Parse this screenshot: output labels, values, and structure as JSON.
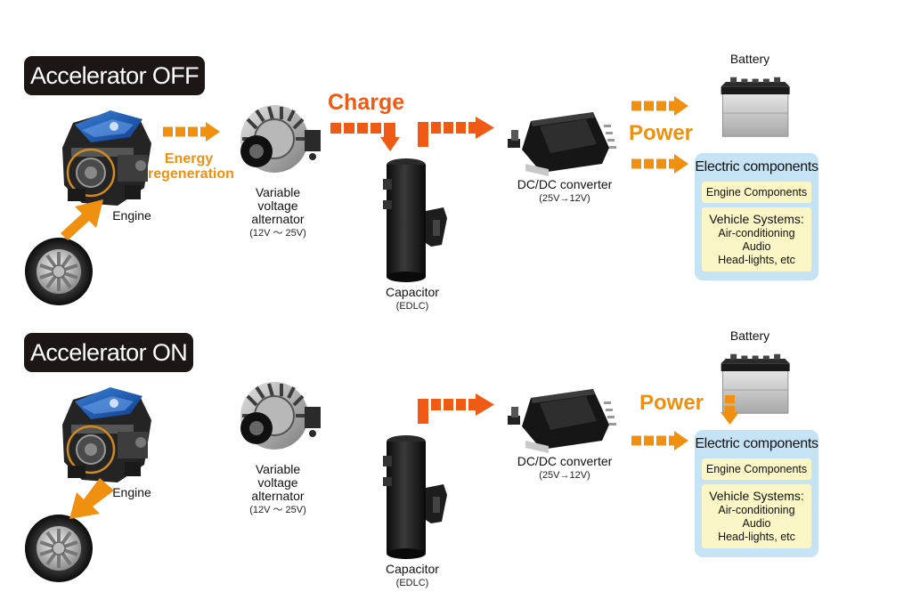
{
  "off": {
    "badge": "Accelerator OFF",
    "engine": "Engine",
    "energy_label": "Energy\nregeneration",
    "alternator": [
      "Variable",
      "voltage",
      "alternator"
    ],
    "alternator_range": "(12V ～ 25V)",
    "charge_label": "Charge",
    "capacitor": "Capacitor",
    "capacitor_type": "(EDLC)",
    "converter": "DC/DC converter",
    "converter_range": "(25V→12V)",
    "power_label": "Power",
    "battery": "Battery",
    "electric": {
      "title": "Electric components",
      "engine_components": "Engine Components",
      "vehicle_systems": "Vehicle Systems:",
      "items": [
        "Air-conditioning",
        "Audio",
        "Head-lights, etc"
      ]
    }
  },
  "on": {
    "badge": "Accelerator ON",
    "engine": "Engine",
    "alternator": [
      "Variable",
      "voltage",
      "alternator"
    ],
    "alternator_range": "(12V ～ 25V)",
    "capacitor": "Capacitor",
    "capacitor_type": "(EDLC)",
    "converter": "DC/DC converter",
    "converter_range": "(25V→12V)",
    "power_label": "Power",
    "battery": "Battery",
    "electric": {
      "title": "Electric components",
      "engine_components": "Engine Components",
      "vehicle_systems": "Vehicle Systems:",
      "items": [
        "Air-conditioning",
        "Audio",
        "Head-lights, etc"
      ]
    }
  },
  "colors": {
    "charge_orange": "#ef5a14",
    "energy_amber": "#ef9010",
    "electric_box": "#c6e3f5",
    "component_fill": "#fbf6c6",
    "badge": "#1c1614"
  },
  "icons": [
    "engine-icon",
    "wheel-icon",
    "alternator-icon",
    "capacitor-icon",
    "dcdc-converter-icon",
    "battery-icon",
    "dashed-arrow-icon"
  ]
}
